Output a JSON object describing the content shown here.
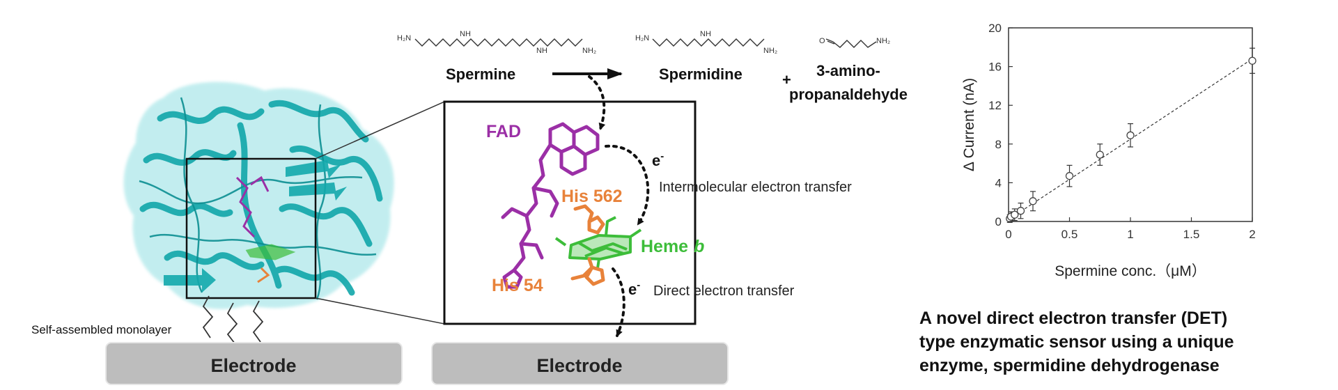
{
  "reaction": {
    "reactant": "Spermine",
    "product1": "Spermidine",
    "plus": "+",
    "product2_line1": "3-amino-",
    "product2_line2": "propanaldehyde",
    "struct_nh": "NH",
    "struct_h2n": "H₂N",
    "struct_nh2": "NH₂",
    "struct_o": "O"
  },
  "labels": {
    "fad": "FAD",
    "his562": "His 562",
    "his54": "His 54",
    "heme": "Heme",
    "heme_italic": "b",
    "electron": "e",
    "electron_sup": "-",
    "intermolecular": "Intermolecular electron transfer",
    "direct": "Direct electron transfer",
    "sam": "Self-assembled monolayer",
    "electrode_left": "Electrode",
    "electrode_right": "Electrode"
  },
  "colors": {
    "protein": "#1fb5b8",
    "fad": "#9b2fa6",
    "histidine": "#e8823a",
    "heme": "#3dbd3a",
    "electrode": "#bdbdbd"
  },
  "caption": {
    "line1": "A novel direct electron transfer (DET)",
    "line2": "type enzymatic sensor using a unique",
    "line3": "enzyme, spermidine dehydrogenase"
  },
  "chart_data": {
    "type": "scatter",
    "xlabel": "Spermine conc.（μM）",
    "ylabel": "Δ Current (nA)",
    "xlim": [
      0,
      2
    ],
    "ylim": [
      0,
      20
    ],
    "xticks": [
      0,
      0.5,
      1,
      1.5,
      2
    ],
    "xtick_labels": [
      "0",
      "0.5",
      "1",
      "1.5",
      "2"
    ],
    "yticks": [
      0,
      4,
      8,
      12,
      16,
      20
    ],
    "ytick_labels": [
      "0",
      "4",
      "8",
      "12",
      "16",
      "20"
    ],
    "grid": false,
    "fit_line": {
      "type": "linear",
      "style": "dashed",
      "from": [
        0,
        0.2
      ],
      "to": [
        2,
        16.8
      ]
    },
    "points": [
      {
        "x": 0.01,
        "y": 0.3,
        "err": 0.4
      },
      {
        "x": 0.02,
        "y": 0.5,
        "err": 0.5
      },
      {
        "x": 0.05,
        "y": 0.7,
        "err": 0.6
      },
      {
        "x": 0.1,
        "y": 1.1,
        "err": 0.8
      },
      {
        "x": 0.2,
        "y": 2.1,
        "err": 1.0
      },
      {
        "x": 0.5,
        "y": 4.7,
        "err": 1.1
      },
      {
        "x": 0.75,
        "y": 6.9,
        "err": 1.1
      },
      {
        "x": 1.0,
        "y": 8.9,
        "err": 1.2
      },
      {
        "x": 2.0,
        "y": 16.6,
        "err": 1.3
      }
    ]
  }
}
